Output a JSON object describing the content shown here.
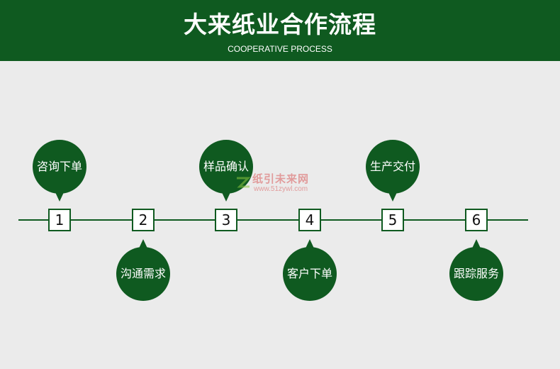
{
  "header": {
    "title": "大来纸业合作流程",
    "subtitle": "COOPERATIVE PROCESS"
  },
  "colors": {
    "header_bg": "#0f5a20",
    "circle": "#0f5a20",
    "line": "#0f5a20",
    "background": "#ebebeb"
  },
  "steps": [
    {
      "number": "1",
      "label": "咨询下单",
      "position": "above"
    },
    {
      "number": "2",
      "label": "沟通需求",
      "position": "below"
    },
    {
      "number": "3",
      "label": "样品确认",
      "position": "above"
    },
    {
      "number": "4",
      "label": "客户下单",
      "position": "below"
    },
    {
      "number": "5",
      "label": "生产交付",
      "position": "above"
    },
    {
      "number": "6",
      "label": "跟踪服务",
      "position": "below"
    }
  ],
  "watermark": {
    "text": "纸引未来网",
    "url": "www.51zywl.com"
  }
}
